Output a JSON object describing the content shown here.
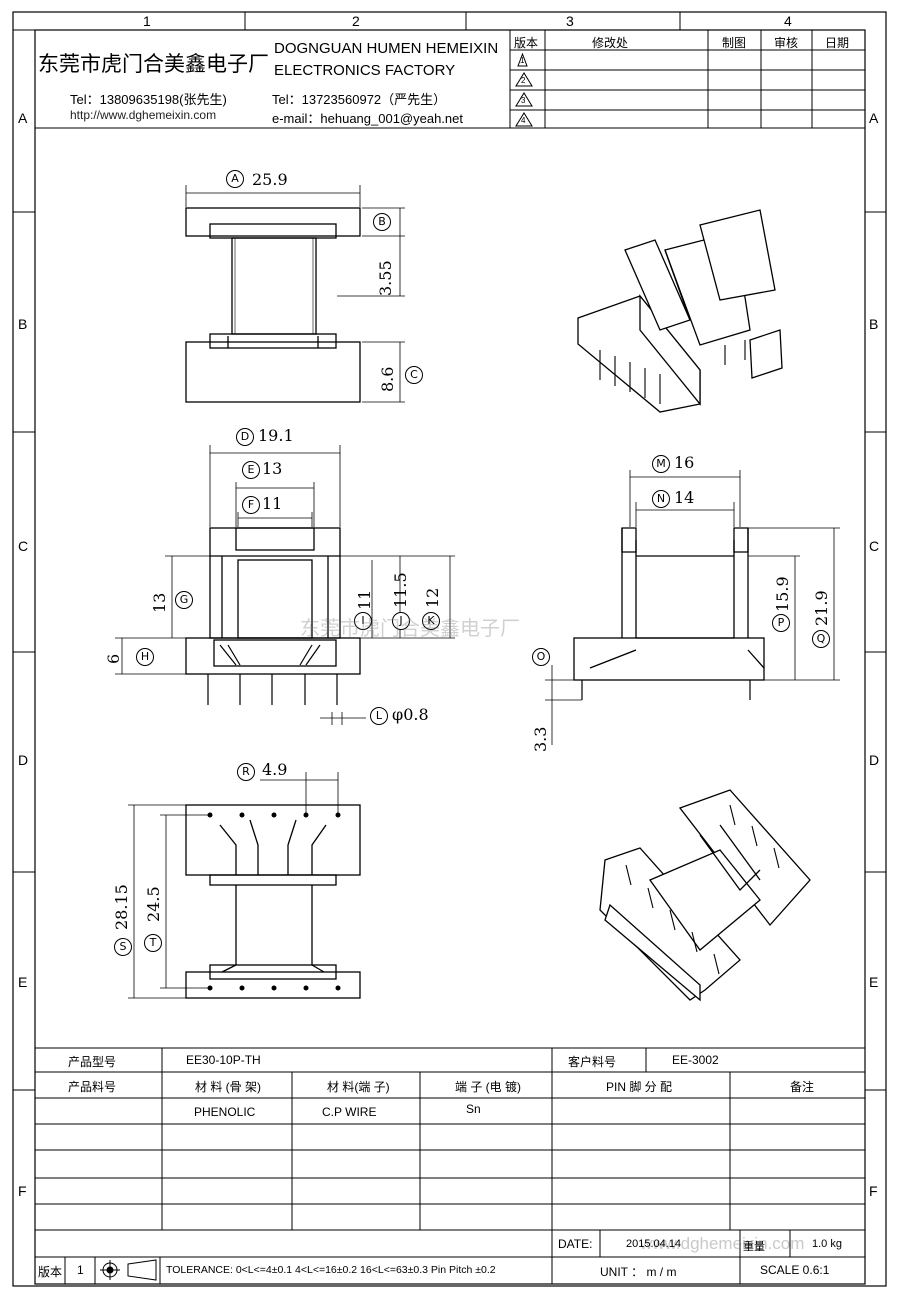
{
  "frame": {
    "col_markers": [
      "1",
      "2",
      "3",
      "4"
    ],
    "row_markers": [
      "A",
      "B",
      "C",
      "D",
      "E",
      "F"
    ]
  },
  "header": {
    "company_cn": "东莞市虎门合美鑫电子厂",
    "company_en_line1": "DOGNGUAN HUMEN HEMEIXIN",
    "company_en_line2": "ELECTRONICS FACTORY",
    "tel1": "Tel：13809635198(张先生)",
    "website": "http://www.dghemeixin.com",
    "tel2": "Tel：13723560972（严先生）",
    "email": "e-mail：hehuang_001@yeah.net"
  },
  "revision_table": {
    "headers": [
      "版本",
      "修改处",
      "制图",
      "审核",
      "日期"
    ],
    "revisions": [
      "1",
      "2",
      "3",
      "4"
    ]
  },
  "dimensions": {
    "A": "A",
    "A_val": "25.9",
    "B": "B",
    "B_val": "3.55",
    "C": "C",
    "C_val": "8.6",
    "D": "D",
    "D_val": "19.1",
    "E": "E",
    "E_val": "13",
    "F": "F",
    "F_val": "11",
    "G": "G",
    "G_val": "13",
    "H": "H",
    "H_val": "6",
    "I": "I",
    "I_val": "11",
    "J": "J",
    "J_val": "11.5",
    "K": "K",
    "K_val": "12",
    "L": "L",
    "L_val": "φ0.8",
    "M": "M",
    "M_val": "16",
    "N": "N",
    "N_val": "14",
    "O": "O",
    "O_val": "3.3",
    "P": "P",
    "P_val": "15.9",
    "Q": "Q",
    "Q_val": "21.9",
    "R": "R",
    "R_val": "4.9",
    "S": "S",
    "S_val": "28.15",
    "T": "T",
    "T_val": "24.5"
  },
  "watermark": "东莞市虎门合美鑫电子厂",
  "watermark2": "www.dghemeixin.com",
  "spec": {
    "model_label": "产品型号",
    "model_value": "EE30-10P-TH",
    "customer_no_label": "客户料号",
    "customer_no_value": "EE-3002",
    "part_no_label": "产品料号",
    "material_bobbin_label": "材 料 (骨 架)",
    "material_pin_label": "材 料(端 子)",
    "pin_plating_label": "端 子 (电 镀)",
    "pin_assign_label": "PIN 脚 分 配",
    "remark_label": "备注",
    "material_bobbin_value": "PHENOLIC",
    "material_pin_value": "C.P WIRE",
    "pin_plating_value": "Sn"
  },
  "footer": {
    "version_label": "版本",
    "version_value": "1",
    "tolerance": "TOLERANCE:  0<L<=4±0.1  4<L<=16±0.2  16<L<=63±0.3  Pin Pitch  ±0.2",
    "date_label": "DATE:",
    "date_value": "2015.04.14",
    "weight_label": "重量",
    "weight_value": "1.0 kg",
    "unit": "UNIT ： m / m",
    "scale": "SCALE  0.6:1"
  }
}
